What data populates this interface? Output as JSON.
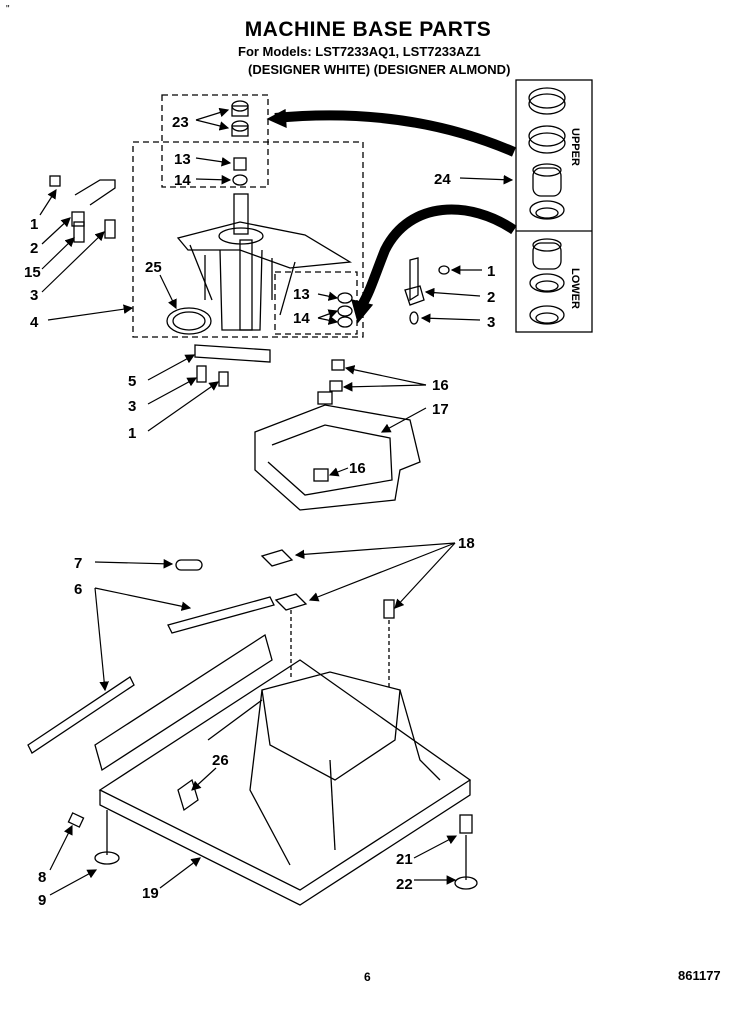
{
  "header": {
    "title": "MACHINE BASE PARTS",
    "models": "For Models: LST7233AQ1, LST7233AZ1",
    "colors": "(DESIGNER WHITE)  (DESIGNER ALMOND)"
  },
  "corner_mark": "\"",
  "callouts": {
    "c23": "23",
    "c13a": "13",
    "c14a": "14",
    "c1a": "1",
    "c2a": "2",
    "c15": "15",
    "c3a": "3",
    "c4": "4",
    "c25": "25",
    "c24": "24",
    "c1b": "1",
    "c2b": "2",
    "c3b": "3",
    "c13b": "13",
    "c14b": "14",
    "c5": "5",
    "c3c": "3",
    "c1c": "1",
    "c16a": "16",
    "c17": "17",
    "c16b": "16",
    "c7": "7",
    "c6": "6",
    "c18": "18",
    "c26": "26",
    "c8": "8",
    "c9": "9",
    "c19": "19",
    "c21": "21",
    "c22": "22"
  },
  "kit_labels": {
    "upper": "UPPER",
    "lower": "LOWER"
  },
  "footer": {
    "page": "6",
    "doc": "861177"
  }
}
